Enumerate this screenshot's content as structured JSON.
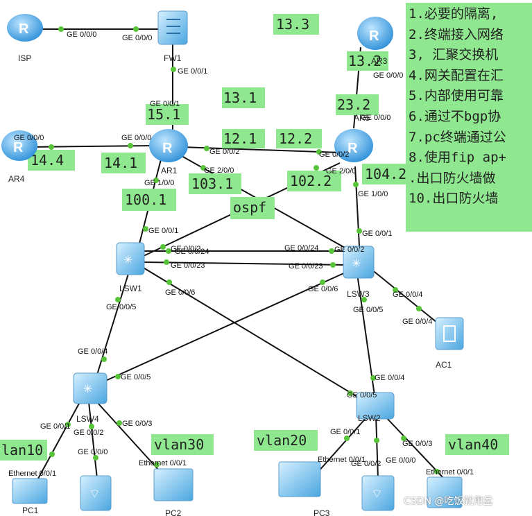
{
  "devices": {
    "isp": {
      "label": "ISP"
    },
    "fw1": {
      "label": "FW1"
    },
    "ar3": {
      "label": "AR3"
    },
    "ar4": {
      "label": "AR4"
    },
    "ar1": {
      "label": "AR1"
    },
    "ar5": {
      "label": "AR5"
    },
    "lsw1": {
      "label": "LSW1"
    },
    "lsw3": {
      "label": "LSW3"
    },
    "ac1": {
      "label": "AC1"
    },
    "lsw4": {
      "label": "LSW4"
    },
    "lsw2": {
      "label": "LSW2"
    },
    "pc1": {
      "label": "PC1"
    },
    "pc2": {
      "label": "PC2"
    },
    "pc3": {
      "label": "PC3"
    }
  },
  "ports": {
    "isp_fw1": "GE 0/0/0",
    "fw1_isp": "GE 0/0/0",
    "fw1_down": "GE 0/0/1",
    "ar1_fw1": "GE 0/0/1",
    "ar3_down": "GE 0/0/0",
    "ar5_up": "GE 0/0/0",
    "ar4_ar1": "GE 0/0/0",
    "ar1_ar4": "GE 0/0/0",
    "ar1_ar5": "GE 0/0/2",
    "ar5_ar1": "GE 0/0/2",
    "ar1_2": "GE 2/0/0",
    "ar1_1": "GE 1/0/0",
    "ar5_2": "GE 2/0/0",
    "ar5_1": "GE 1/0/0",
    "lsw1_up": "GE 0/0/1",
    "lsw1_ar5": "GE 0/0/2",
    "lsw1_24": "GE 0/0/24",
    "lsw1_23": "GE 0/0/23",
    "lsw1_6": "GE 0/0/6",
    "lsw1_5": "GE 0/0/5",
    "lsw3_up": "GE 0/0/1",
    "lsw3_24": "GE 0/0/24",
    "lsw3_ar1": "GE 0/0/2",
    "lsw3_23": "GE 0/0/23",
    "lsw3_6": "GE 0/0/6",
    "lsw3_5": "GE 0/0/5",
    "lsw3_4": "GE 0/0/4",
    "ac1_port": "GE 0/0/4",
    "lsw4_4": "GE 0/0/4",
    "lsw4_5": "GE 0/0/5",
    "lsw4_1": "GE 0/0/1",
    "lsw4_2": "GE 0/0/2",
    "lsw4_3": "GE 0/0/3",
    "lsw4_0": "GE 0/0/0",
    "lsw2_4": "GE 0/0/4",
    "lsw2_5": "GE 0/0/5",
    "lsw2_1": "GE 0/0/1",
    "lsw2_2": "GE 0/0/2",
    "lsw2_0": "GE 0/0/0",
    "lsw2_3": "GE 0/0/3",
    "pc1_eth": "Ethernet 0/0/1",
    "pc2_eth": "Ethernet 0/0/1",
    "pc3_eth": "Ethernet 0/0/1",
    "pc4_eth": "Ethernet 0/0/1"
  },
  "notes": {
    "n13_3": "13.3",
    "n13_1": "13.1",
    "n13_2": "13.2",
    "n23_2": "23.2",
    "n15_1": "15.1",
    "n12_1": "12.1",
    "n12_2": "12.2",
    "n14_4": "14.4",
    "n14_1": "14.1",
    "n103_1": "103.1",
    "n102_2": "102.2",
    "n104_2": "104.2",
    "n100_1": "100.1",
    "ospf": "ospf",
    "vlan10": "lan10",
    "vlan30": "vlan30",
    "vlan20": "vlan20",
    "vlan40": "vlan40"
  },
  "requirements": [
    "1.必要的隔离,",
    "2.终端接入网络",
    "3, 汇聚交换机",
    "4.网关配置在汇",
    "5.内部使用可靠",
    "6.通过不bgp协",
    "7.pc终端通过公",
    "8.使用fip ap+",
    ".出口防火墙做",
    "10.出口防火墙"
  ],
  "watermark": "CSDN @吃饭就用盆",
  "colors": {
    "note_bg": "#8fe88f",
    "router": "#3ba4e8",
    "dot": "#58c43a"
  }
}
